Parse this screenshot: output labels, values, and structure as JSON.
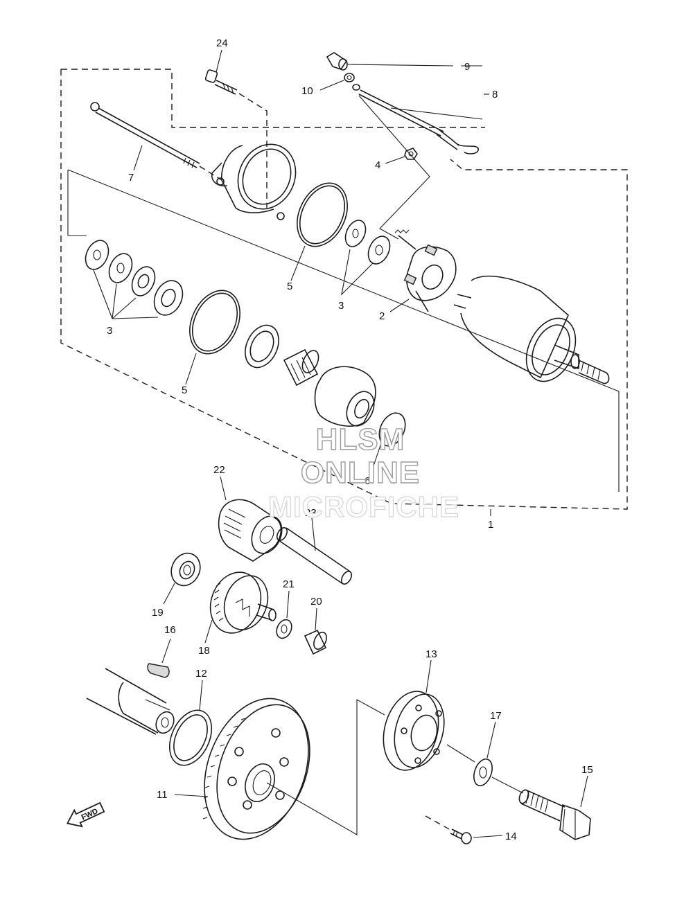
{
  "diagram": {
    "callouts": [
      "1",
      "2",
      "3",
      "3",
      "4",
      "5",
      "5",
      "6",
      "7",
      "8",
      "9",
      "10",
      "11",
      "12",
      "13",
      "14",
      "15",
      "16",
      "17",
      "18",
      "19",
      "20",
      "21",
      "22",
      "23",
      "24"
    ],
    "fwd_label": "FWD"
  },
  "watermark": {
    "line1": "HLSM",
    "line2": "ONLINE",
    "line3": "MICROFICHE"
  }
}
